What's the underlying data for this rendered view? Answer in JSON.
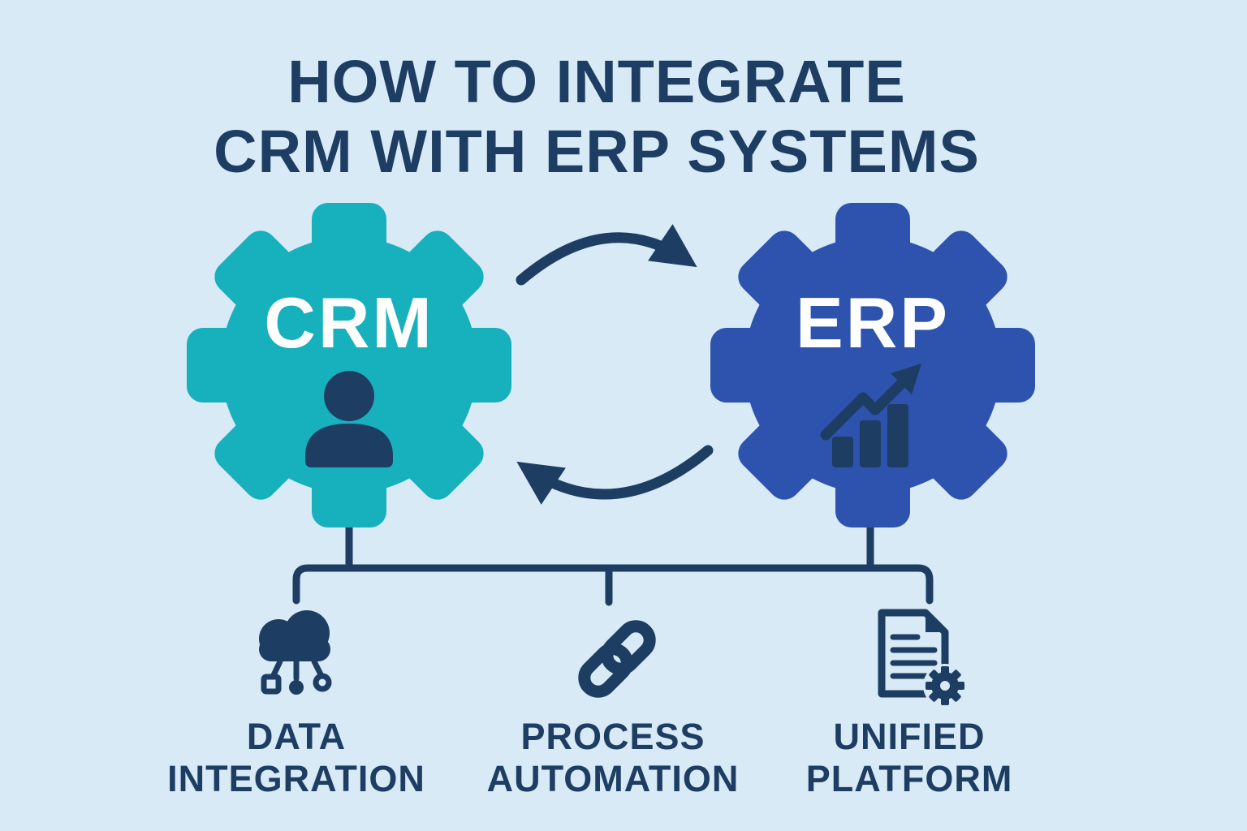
{
  "title": {
    "line1": "HOW TO INTEGRATE",
    "line2": "CRM WITH ERP SYSTEMS"
  },
  "gears": {
    "left": {
      "label": "CRM",
      "icon": "person-icon",
      "color": "#17b0bd"
    },
    "right": {
      "label": "ERP",
      "icon": "growth-chart-icon",
      "color": "#2d53ae"
    }
  },
  "arrows": {
    "top": "curved-arrow-right-icon",
    "bottom": "curved-arrow-left-icon"
  },
  "items": [
    {
      "line1": "DATA",
      "line2": "INTEGRATION",
      "icon": "cloud-network-icon"
    },
    {
      "line1": "PROCESS",
      "line2": "AUTOMATION",
      "icon": "chain-link-icon"
    },
    {
      "line1": "UNIFIED",
      "line2": "PLATFORM",
      "icon": "document-gear-icon"
    }
  ],
  "colors": {
    "background": "#d8eaf6",
    "navy": "#1d3d63",
    "teal": "#17b0bd",
    "blue": "#2d53ae",
    "gear_label": "#ffffff"
  }
}
